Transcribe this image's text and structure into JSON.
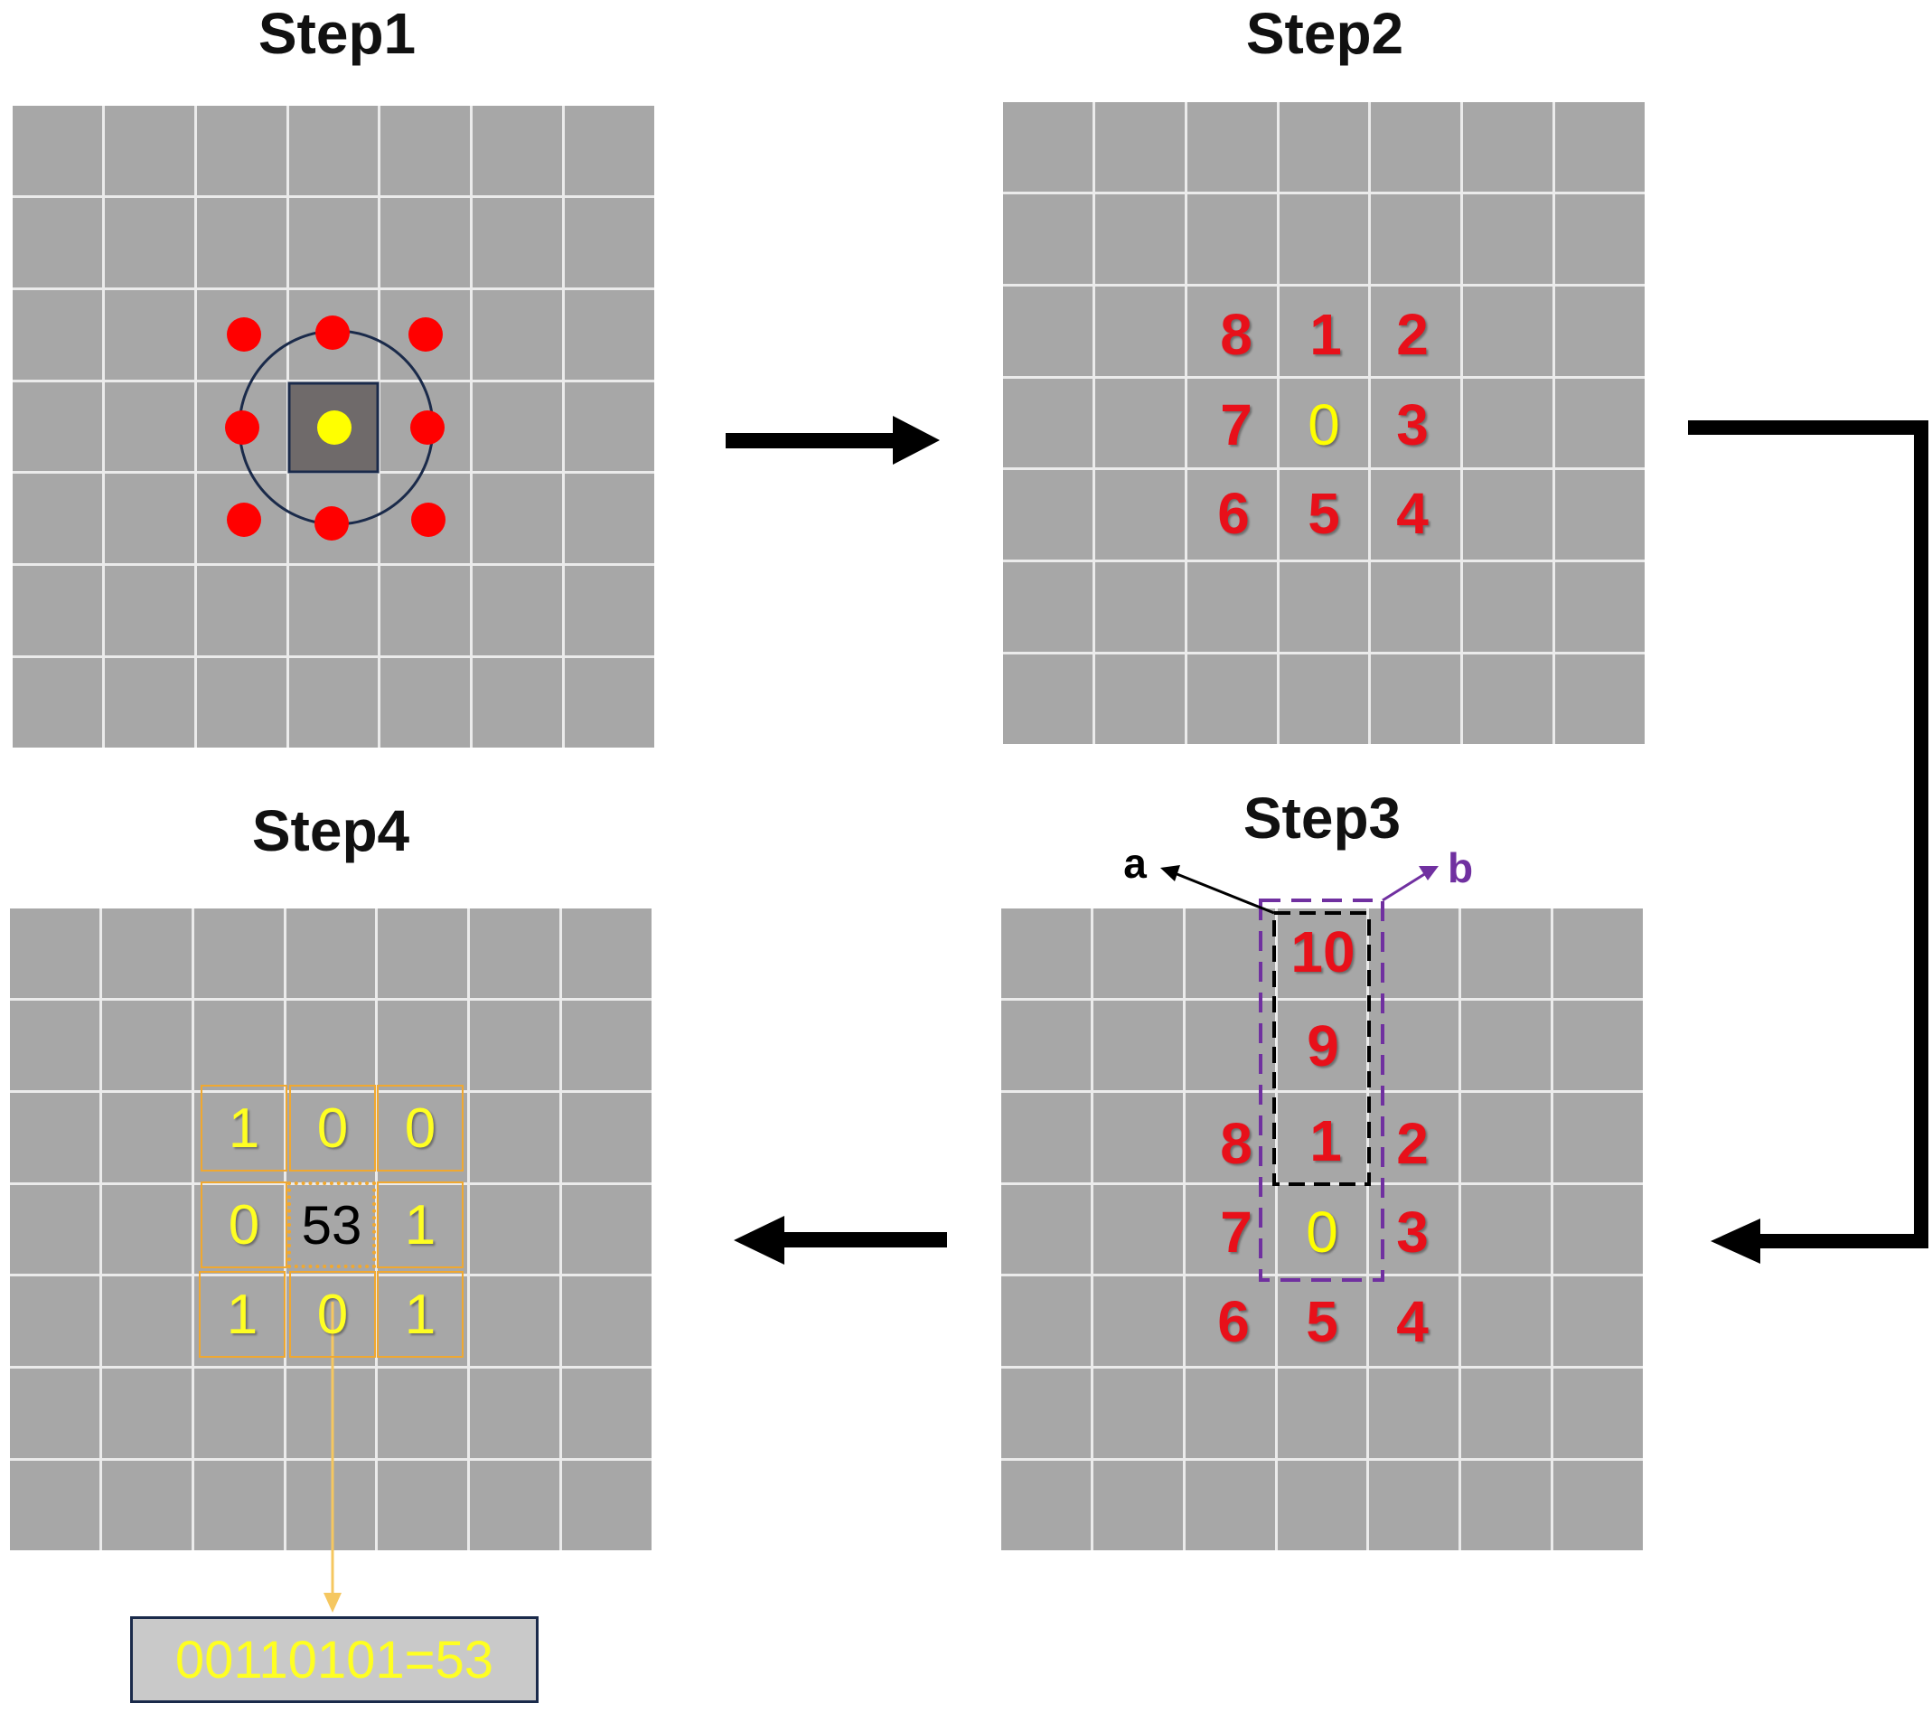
{
  "steps": {
    "step1": {
      "title": "Step1"
    },
    "step2": {
      "title": "Step2",
      "labels": {
        "tl": "8",
        "tc": "1",
        "tr": "2",
        "ml": "7",
        "center": "0",
        "mr": "3",
        "bl": "6",
        "bc": "5",
        "br": "4"
      }
    },
    "step3": {
      "title": "Step3",
      "labels": {
        "top2": "10",
        "top1": "9",
        "tl": "8",
        "tc": "1",
        "tr": "2",
        "ml": "7",
        "center": "0",
        "mr": "3",
        "bl": "6",
        "bc": "5",
        "br": "4"
      },
      "box_a_label": "a",
      "box_b_label": "b"
    },
    "step4": {
      "title": "Step4",
      "bits": {
        "tl": "1",
        "tc": "0",
        "tr": "0",
        "ml": "0",
        "mr": "1",
        "bl": "1",
        "bc": "0",
        "br": "1"
      },
      "center_value": "53",
      "result": "00110101=53"
    }
  },
  "colors": {
    "grid_cell": "#a7a7a7",
    "grid_line": "#ebebeb",
    "neighbor_point": "#ff0000",
    "center_point": "#ffff00",
    "label_red": "#e8101a",
    "label_yellow": "#ffff00",
    "box_a": "#000000",
    "box_b": "#7030a0",
    "bit_border": "#f0a830"
  },
  "icons": [
    "arrow-right-icon",
    "arrow-down-left-icon",
    "arrow-left-icon"
  ]
}
